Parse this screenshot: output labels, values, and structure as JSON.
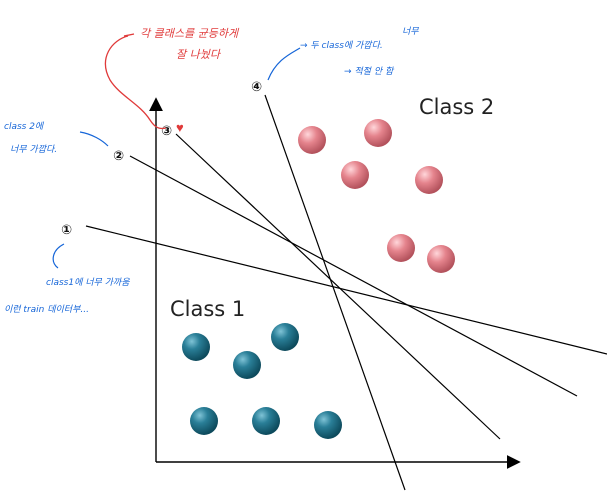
{
  "labels": {
    "class1": "Class 1",
    "class2": "Class 2"
  },
  "annotations": {
    "top_red_line1": "각 클래스를 균등하게",
    "top_red_line2": "잘 나눴다",
    "line4_note1": "→ 두 class에 가깝다.",
    "line4_note2": "→ 적절 안 함",
    "line4_note_small": "너무",
    "line2_note1": "class 2에",
    "line2_note2": "너무 가깝다.",
    "line1_note1": "class1에 너무 가까움",
    "line1_note2": "이런 train 데이터부...",
    "num1": "①",
    "num2": "②",
    "num3": "③",
    "num4": "④",
    "heart": "♥"
  },
  "colors": {
    "class1_ball": "#1f6e86",
    "class2_ball": "#e07f88",
    "red_ink": "#e03a3a",
    "blue_ink": "#1565d8",
    "axis": "#000000"
  },
  "icons": {
    "heart": "heart-icon"
  }
}
